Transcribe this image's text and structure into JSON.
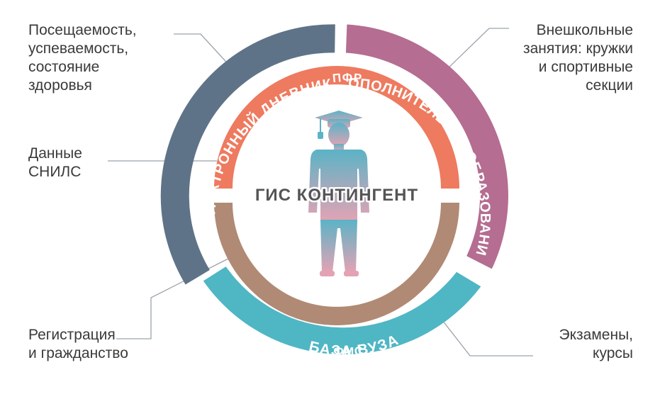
{
  "center_title": "ГИС КОНТИНГЕНТ",
  "rings": {
    "outer": {
      "diary": "ЭЛЕКТРОННЫЙ ДНЕВНИК",
      "extra": "ДОПОЛНИТЕЛЬНОЕ ОБРАЗОВАНИЕ",
      "university": "БАЗА ВУЗА"
    },
    "inner": {
      "pfr": "ПФР",
      "fms": "ФМС"
    }
  },
  "annotations": {
    "attendance": "Посещаемость,\nуспеваемость,\nсостояние\nздоровья",
    "snils": "Данные\nСНИЛС",
    "registration": "Регистрация\nи гражданство",
    "activities": "Внешкольные\nзанятия: кружки\nи спортивные\nсекции",
    "exams": "Экзамены,\nкурсы"
  },
  "colors": {
    "diary": "#5f7388",
    "extra": "#b56d91",
    "university": "#4fb6c4",
    "pfr": "#ee7a5f",
    "fms": "#b08a74",
    "figure_top": "#5bb3c6",
    "figure_bottom": "#e3a3b4",
    "leader": "#9aa3aa",
    "text": "#3a3a3a"
  },
  "icons": {
    "figure": "graduate-figure-icon"
  }
}
